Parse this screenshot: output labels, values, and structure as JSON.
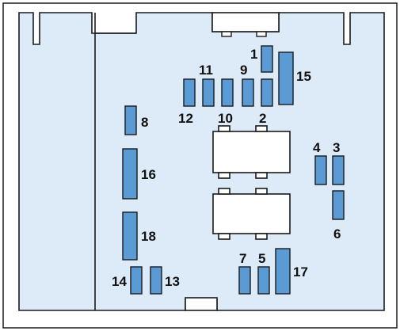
{
  "colors": {
    "background": "#ffffff",
    "panel": "#ddeaf7",
    "fuse": "#5b9bd5",
    "outline": "#1a1a1a"
  },
  "fuses": [
    {
      "id": "1",
      "label": "1"
    },
    {
      "id": "2",
      "label": "2"
    },
    {
      "id": "3",
      "label": "3"
    },
    {
      "id": "4",
      "label": "4"
    },
    {
      "id": "5",
      "label": "5"
    },
    {
      "id": "6",
      "label": "6"
    },
    {
      "id": "7",
      "label": "7"
    },
    {
      "id": "8",
      "label": "8"
    },
    {
      "id": "9",
      "label": "9"
    },
    {
      "id": "10",
      "label": "10"
    },
    {
      "id": "11",
      "label": "11"
    },
    {
      "id": "12",
      "label": "12"
    },
    {
      "id": "13",
      "label": "13"
    },
    {
      "id": "14",
      "label": "14"
    },
    {
      "id": "15",
      "label": "15"
    },
    {
      "id": "16",
      "label": "16"
    },
    {
      "id": "17",
      "label": "17"
    },
    {
      "id": "18",
      "label": "18"
    }
  ]
}
